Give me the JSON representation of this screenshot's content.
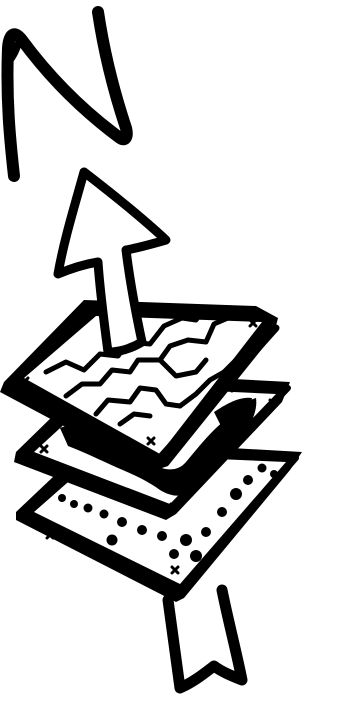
{
  "illustration": {
    "north_letter": "N",
    "colors": {
      "ink": "#000000",
      "background": "#ffffff"
    },
    "layers": [
      "roads-layer",
      "regions-layer",
      "points-layer"
    ],
    "icons": [
      "north-letter-icon",
      "north-arrow-icon",
      "layer-stack-icon"
    ]
  }
}
